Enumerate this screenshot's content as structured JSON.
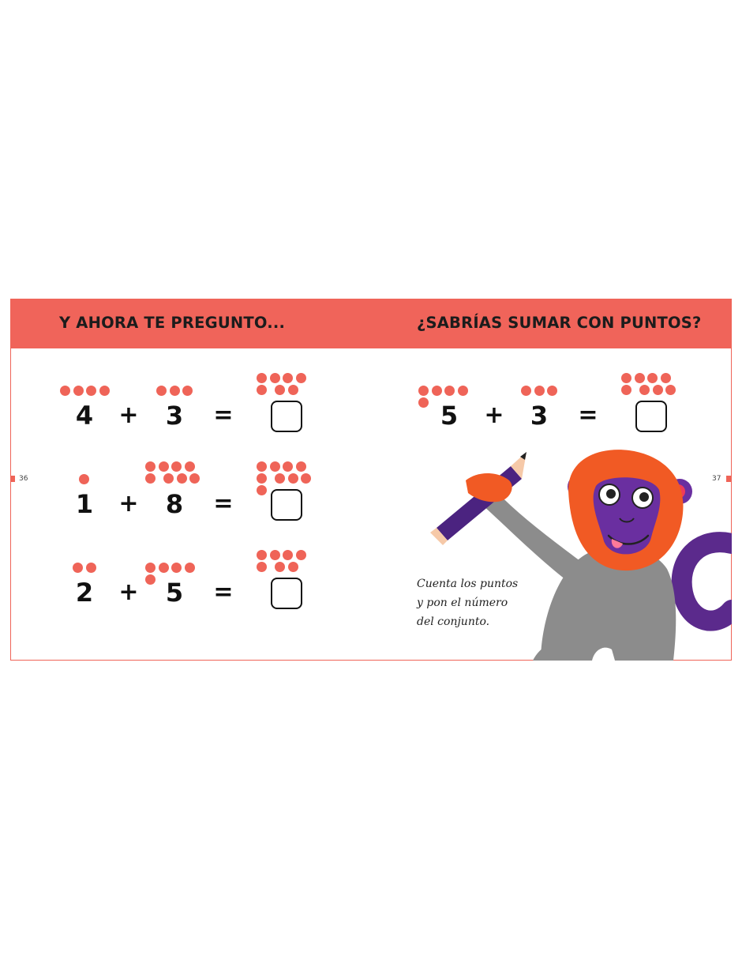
{
  "left_page": {
    "title": "Y AHORA TE PREGUNTO...",
    "page_number": "36",
    "problems": [
      {
        "a": "4",
        "op": "+",
        "b": "3",
        "eq": "=",
        "dots_a": 4,
        "dots_b": 3,
        "dots_result": 7
      },
      {
        "a": "1",
        "op": "+",
        "b": "8",
        "eq": "=",
        "dots_a": 1,
        "dots_b": 8,
        "dots_result": 9
      },
      {
        "a": "2",
        "op": "+",
        "b": "5",
        "eq": "=",
        "dots_a": 2,
        "dots_b": 5,
        "dots_result": 7
      }
    ]
  },
  "right_page": {
    "title": "¿SABRÍAS SUMAR CON PUNTOS?",
    "page_number": "37",
    "problems": [
      {
        "a": "5",
        "op": "+",
        "b": "3",
        "eq": "=",
        "dots_a": 5,
        "dots_b": 3,
        "dots_result": 8
      }
    ],
    "instruction_lines": [
      "Cuenta los puntos",
      "y pon el número",
      "del conjunto."
    ]
  },
  "colors": {
    "accent": "#f0645a",
    "dot": "#ef6458",
    "text": "#111111",
    "monkey_fur": "#f15a24",
    "monkey_face": "#6a2fa0",
    "monkey_body": "#8a8a8a"
  }
}
